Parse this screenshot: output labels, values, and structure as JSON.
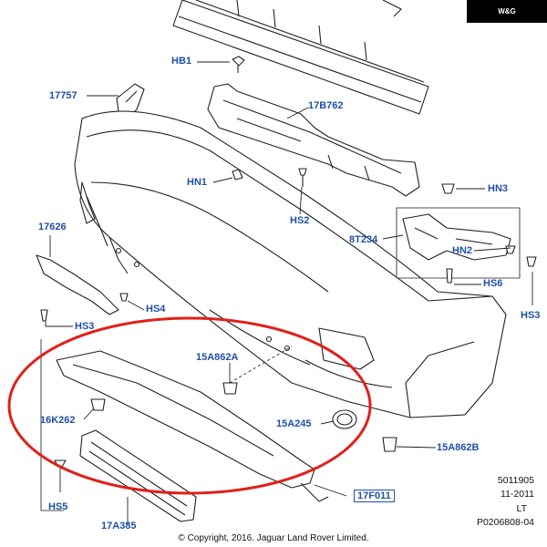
{
  "brand_badge": "W&G",
  "part_labels": [
    {
      "id": "hb1",
      "text": "HB1"
    },
    {
      "id": "p17757",
      "text": "17757"
    },
    {
      "id": "p17b762",
      "text": "17B762"
    },
    {
      "id": "hn1",
      "text": "HN1"
    },
    {
      "id": "hn3",
      "text": "HN3"
    },
    {
      "id": "hs2",
      "text": "HS2"
    },
    {
      "id": "p17626",
      "text": "17626"
    },
    {
      "id": "p8t234",
      "text": "8T234"
    },
    {
      "id": "hn2",
      "text": "HN2"
    },
    {
      "id": "hs6",
      "text": "HS6"
    },
    {
      "id": "hs4",
      "text": "HS4"
    },
    {
      "id": "hs3a",
      "text": "HS3"
    },
    {
      "id": "hs3b",
      "text": "HS3"
    },
    {
      "id": "p15a862a",
      "text": "15A862A"
    },
    {
      "id": "p16k262",
      "text": "16K262"
    },
    {
      "id": "p15a245",
      "text": "15A245"
    },
    {
      "id": "p15a862b",
      "text": "15A862B"
    },
    {
      "id": "hs5",
      "text": "HS5"
    },
    {
      "id": "p17f011",
      "text": "17F011"
    },
    {
      "id": "p17a385",
      "text": "17A385"
    }
  ],
  "metadata": {
    "code1": "5011905",
    "date": "11-2011",
    "side": "LT",
    "ref": "P0206808-04"
  },
  "copyright": "© Copyright, 2016. Jaguar Land Rover Limited.",
  "colors": {
    "label_blue": "#1f4fa8",
    "highlight_red": "#e0201a",
    "line": "#222222"
  }
}
